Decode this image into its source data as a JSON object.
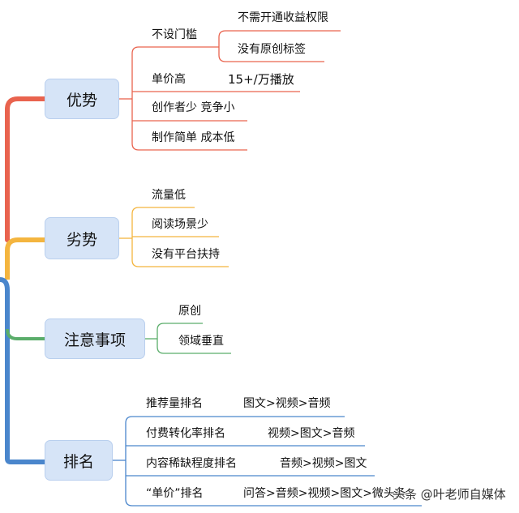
{
  "main": [
    {
      "title": "优势",
      "color": "#e9634e",
      "items": [
        {
          "text": "不设门槛",
          "children": [
            "不需开通收益权限",
            "没有原创标签"
          ]
        },
        {
          "text": "单价高",
          "value": "15+/万播放"
        },
        {
          "text": "创作者少 竞争小"
        },
        {
          "text": "制作简单 成本低"
        }
      ]
    },
    {
      "title": "劣势",
      "color": "#f4b53f",
      "items": [
        {
          "text": "流量低"
        },
        {
          "text": "阅读场景少"
        },
        {
          "text": "没有平台扶持"
        }
      ]
    },
    {
      "title": "注意事项",
      "color": "#5aad6a",
      "items": [
        {
          "text": "原创"
        },
        {
          "text": "领域垂直"
        }
      ]
    },
    {
      "title": "排名",
      "color": "#4a86cc",
      "items": [
        {
          "text": "推荐量排名",
          "value": "图文>视频>音频"
        },
        {
          "text": "付费转化率排名",
          "value": "视频>图文>音频"
        },
        {
          "text": "内容稀缺程度排名",
          "value": "音频>视频>图文"
        },
        {
          "text": "“单价”排名",
          "value": "问答>音频>视频>图文>微头条"
        }
      ]
    }
  ],
  "watermark": "头条 @叶老师自媒体"
}
